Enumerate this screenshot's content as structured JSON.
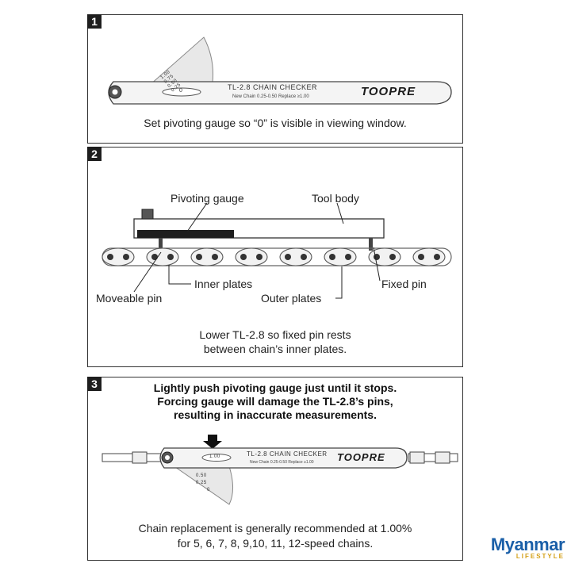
{
  "step1": {
    "number": "1",
    "tool_name": "TL-2.8 CHAIN CHECKER",
    "tool_spec": "New Chain 0.25-0.50   Replace ≥1.00",
    "brand": "TOOPRE",
    "gauge_marks": [
      "1.00",
      "0.75",
      "0.50",
      "0.25"
    ],
    "window_value": "0",
    "caption": "Set pivoting gauge so “0” is visible in viewing window."
  },
  "step2": {
    "number": "2",
    "labels": {
      "pivoting_gauge": "Pivoting gauge",
      "tool_body": "Tool body",
      "inner_plates": "Inner plates",
      "fixed_pin": "Fixed pin",
      "moveable_pin": "Moveable pin",
      "outer_plates": "Outer plates"
    },
    "caption_line1": "Lower TL-2.8 so fixed pin rests",
    "caption_line2": "between chain’s inner plates."
  },
  "step3": {
    "number": "3",
    "warning_line1": "Lightly push pivoting gauge just until it stops.",
    "warning_line2": "Forcing gauge will damage the TL-2.8’s pins,",
    "warning_line3": "resulting in inaccurate measurements.",
    "tool_name": "TL-2.8 CHAIN CHECKER",
    "tool_spec": "New Chain 0.25-0.50   Replace ≥1.00",
    "brand": "TOOPRE",
    "window_value": "1.00",
    "gauge_marks": [
      "0.50",
      "0.25",
      "0"
    ],
    "caption_line1": "Chain replacement is generally recommended at  1.00%",
    "caption_line2": "for 5, 6, 7, 8, 9,10, 11, 12-speed chains."
  },
  "logo": {
    "main": "Myanmar",
    "sub": "LIFESTYLE"
  }
}
